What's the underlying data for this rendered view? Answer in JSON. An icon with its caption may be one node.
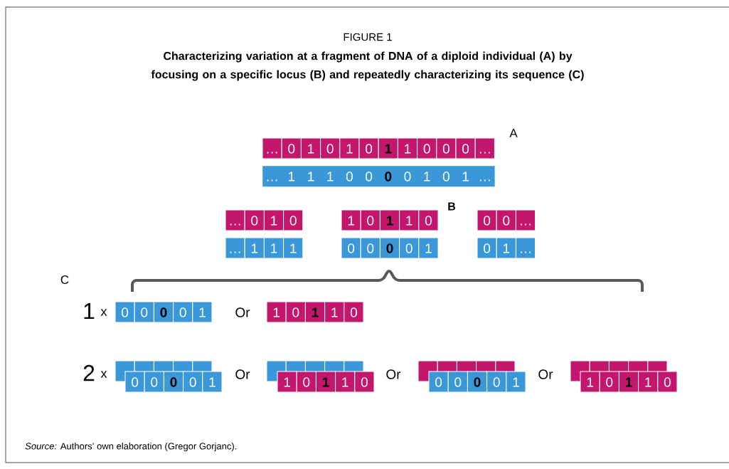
{
  "diagram": {
    "title": "Characterizing variation at a fragment of DNA of a diploid individual (A) by focusing on a specific locus (B) and repeatedly characterizing its sequence (C)",
    "caption": "*Source:* Authors’ own elaboration (Gregor Gorjanc).",
    "nodes": [
      {
        "text": [
          "…",
          "0",
          "1",
          "0",
          "1",
          "0",
          "**1**",
          "1",
          "0",
          "0",
          "0",
          "…"
        ]
      },
      {
        "text": [
          "…",
          "1",
          "1",
          "1",
          "0",
          "0",
          "**0**",
          "0",
          "1",
          "0",
          "1",
          "…"
        ]
      },
      {
        "text": [
          "…",
          "0",
          "1",
          "0"
        ]
      },
      {
        "text": [
          "1",
          "0",
          "**1**",
          "1",
          "0"
        ]
      },
      {
        "text": [
          "0",
          "0",
          "…"
        ]
      },
      {
        "text": [
          "…",
          "1",
          "1",
          "1"
        ]
      },
      {
        "text": [
          "0",
          "0",
          "**0**",
          "0",
          "1"
        ]
      },
      {
        "text": [
          "0",
          "1",
          "…"
        ]
      },
      {
        "text": [
          "0",
          "0",
          "**0**",
          "0",
          "1"
        ]
      },
      {
        "text": [
          "1",
          "0",
          "**1**",
          "1",
          "0"
        ]
      },
      {
        "text": [],
        "shape": "bar"
      },
      {
        "text": [
          "0",
          "0",
          "**0**",
          "0",
          "1"
        ]
      },
      {
        "text": [],
        "shape": "bar"
      },
      {
        "text": [
          "1",
          "0",
          "**1**",
          "1",
          "0"
        ]
      },
      {
        "text": [],
        "shape": "bar"
      },
      {
        "text": [
          "0",
          "0",
          "**0**",
          "0",
          "1"
        ]
      },
      {
        "text": [],
        "shape": "bar"
      },
      {
        "text": [
          "1",
          "0",
          "**1**",
          "1",
          "0"
        ]
      }
    ],
    "edges": [],
    "labels": [
      "FIGURE 1",
      "A",
      "B",
      "C",
      "1",
      "x",
      "Or",
      "2",
      "x",
      "Or",
      "Or",
      "Or"
    ]
  }
}
